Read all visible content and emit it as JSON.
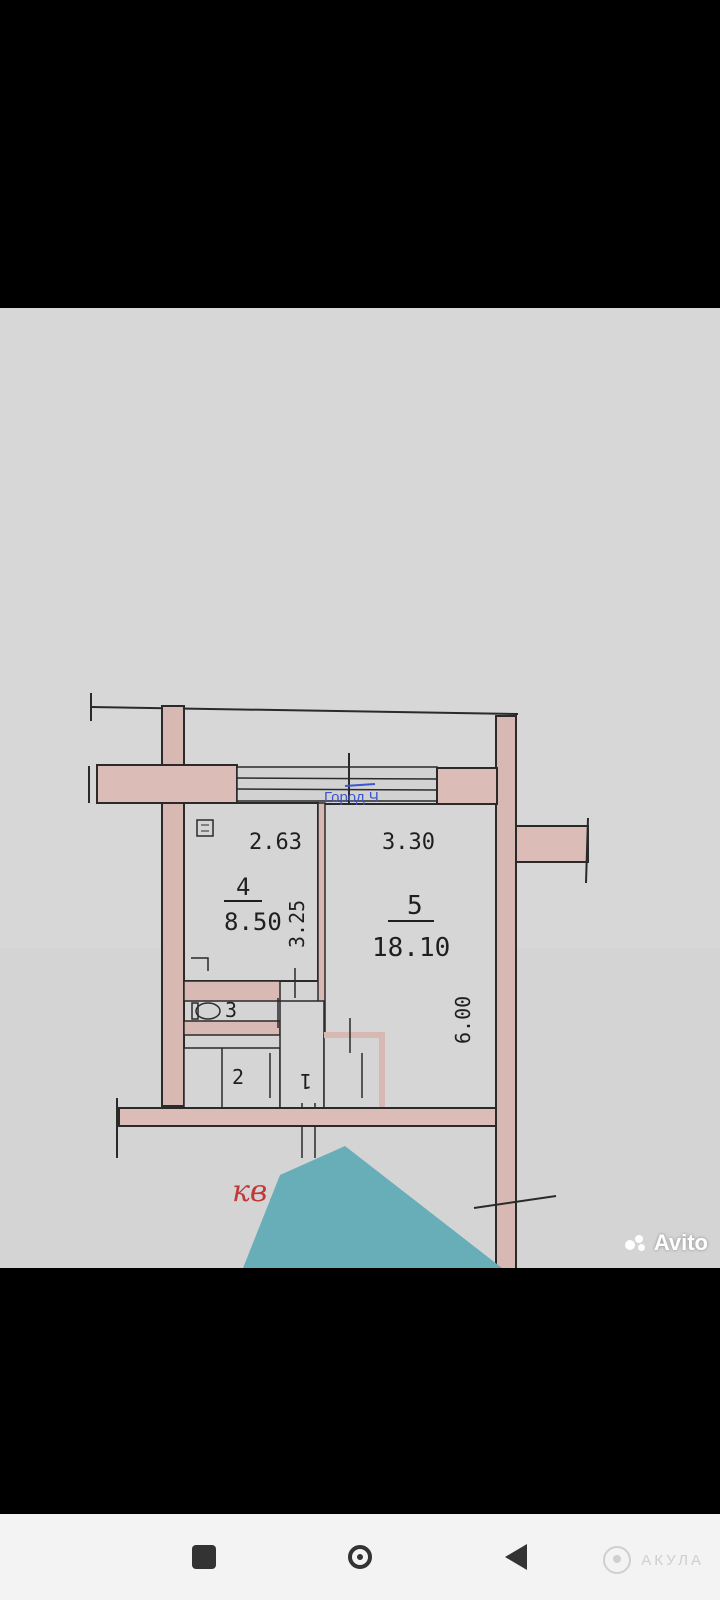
{
  "photo": {
    "watermark": "Avito",
    "stamp_text": "Город Ч"
  },
  "floorplan": {
    "room_small_number": "4",
    "room_small_area": "8.50",
    "room_large_number": "5",
    "room_large_area": "18.10",
    "dimension_top_left": "2.63",
    "dimension_top_right": "3.30",
    "dimension_small_side": "3.25",
    "dimension_large_side": "6.00",
    "room_1_label": "1",
    "room_2_label": "2",
    "room_3_label": "3",
    "flat_label": "кв."
  },
  "navbar": {
    "brand_label": "АКУЛА"
  }
}
